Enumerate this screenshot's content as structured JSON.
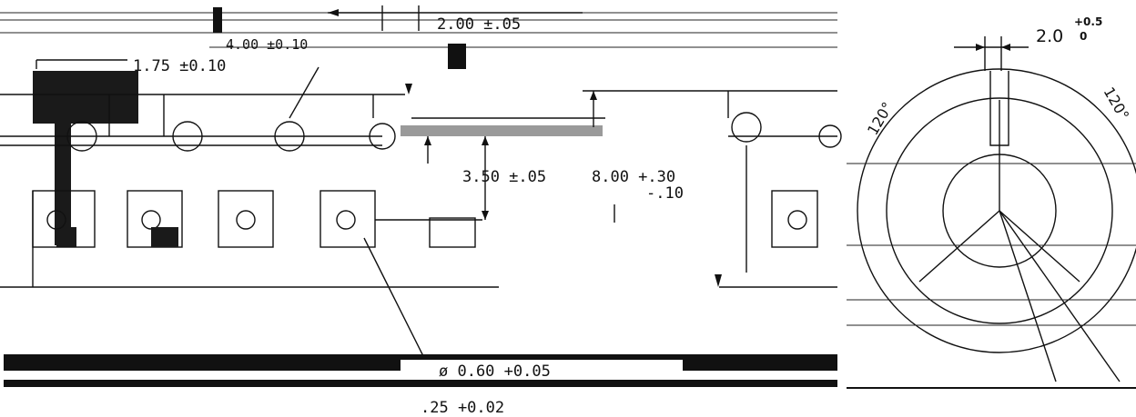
{
  "tape_drawing": {
    "dims": {
      "pitch_p0": "4.00 ±0.10",
      "pitch_p2": "2.00 ±.05",
      "e1": "1.75 ±0.10",
      "f": "3.50 ±.05",
      "w": "8.00 +.30",
      "w_tol": "-.10",
      "hole_d": "ø 0.60 +0.05",
      "thickness": ".25 +0.02"
    }
  },
  "reel_drawing": {
    "slot_width": "2.0",
    "slot_tol": "+0.5",
    "slot_tol_low": "0",
    "angle_left": "120°",
    "angle_right": "120°"
  }
}
